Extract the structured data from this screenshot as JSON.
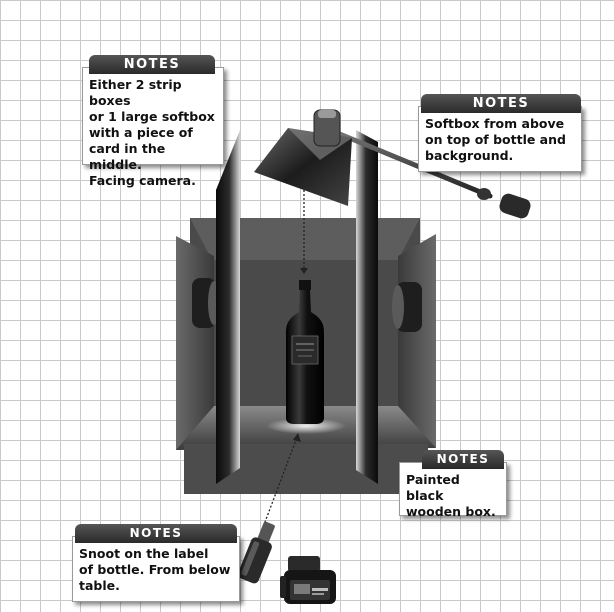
{
  "notes": [
    {
      "title": "NOTES",
      "text": "Either 2 strip boxes\nor 1 large softbox\nwith a piece of\ncard in the middle.\nFacing camera."
    },
    {
      "title": "NOTES",
      "text": "Softbox from above\non top of bottle and\nbackground."
    },
    {
      "title": "NOTES",
      "text": "Painted black\nwooden box."
    },
    {
      "title": "NOTES",
      "text": "Snoot on the label\nof bottle. From below\ntable."
    }
  ],
  "colors": {
    "grid": "#c9c9c9",
    "note_tab": "#3a3a3a",
    "box": "#555555",
    "panel": "#1a1a1a"
  }
}
